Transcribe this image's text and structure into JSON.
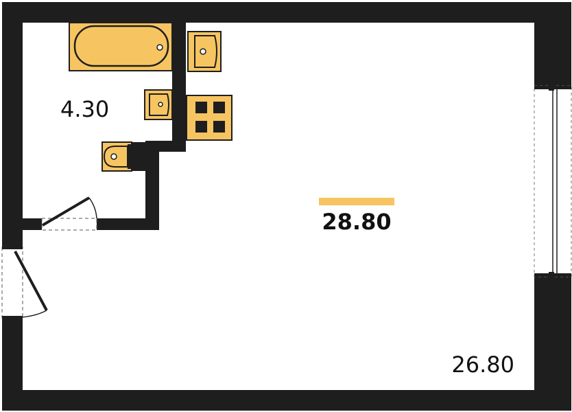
{
  "plan": {
    "total_area": "28.80",
    "rooms": [
      {
        "id": "bathroom",
        "area": "4.30"
      },
      {
        "id": "living",
        "area": "26.80"
      }
    ]
  },
  "colors": {
    "wall": "#1e1e1e",
    "fixture": "#f6c561",
    "accent_bar": "#f6c561",
    "floor": "#ffffff"
  },
  "icons": [
    "bathtub-icon",
    "washbasin-icon",
    "stove-icon",
    "kitchen-sink-icon",
    "toilet-icon",
    "door-icon",
    "window-icon"
  ]
}
